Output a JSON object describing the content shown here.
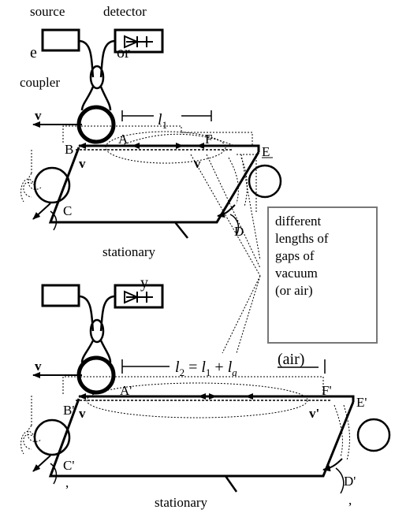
{
  "top_labels": {
    "source": "source",
    "detector": "detector",
    "coupler": "coupler",
    "stray_e": "e",
    "stray_or": "or",
    "stray_y": "y"
  },
  "top_loop": {
    "points": [
      "B",
      "A",
      "F",
      "E",
      "C",
      "D"
    ],
    "velocity": "v",
    "length_symbol": "l",
    "length_sub": "1",
    "caption": "stationary"
  },
  "bottom_loop": {
    "points": [
      "B'",
      "A'",
      "F'",
      "E'",
      "C'",
      "D'"
    ],
    "velocity": "v",
    "velocity_prime": "v'",
    "length_parts": {
      "l": "l",
      "s2": "2",
      "eq": " = ",
      "s1": "1",
      "plus": " + ",
      "sa": "a"
    },
    "air": "(air)",
    "caption": "stationary",
    "comma": ","
  },
  "note": {
    "lines": [
      "different",
      "lengths of",
      "gaps of",
      "vacuum",
      "(or air)"
    ]
  }
}
